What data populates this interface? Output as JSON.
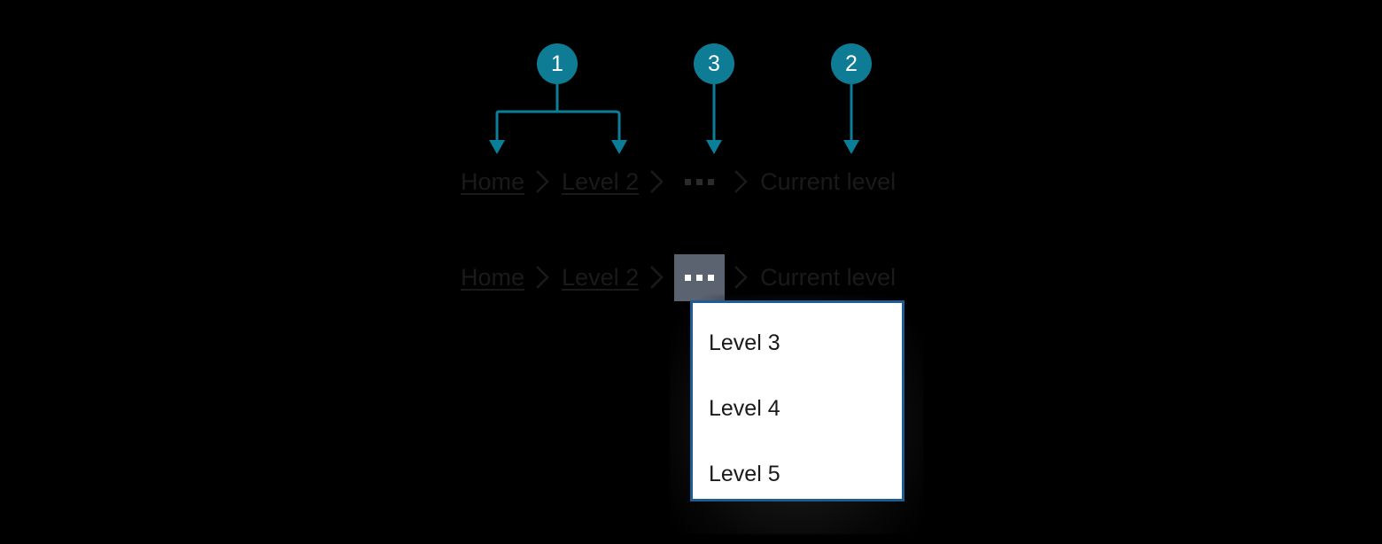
{
  "theme": {
    "background": "#000000",
    "callout_badge": "#0e7c94",
    "callout_line": "#0b7f99",
    "text": "#1a1a1a",
    "overflow_button_active_bg": "#5c6370",
    "overflow_button_active_dot": "#ffffff",
    "flyout_background": "#ffffff",
    "flyout_border": "#1f5c96"
  },
  "callouts": [
    {
      "number": "1",
      "target": "breadcrumb-links"
    },
    {
      "number": "3",
      "target": "overflow-ellipsis"
    },
    {
      "number": "2",
      "target": "current-level"
    }
  ],
  "breadcrumb_default": {
    "items": [
      {
        "label": "Home",
        "type": "link"
      },
      {
        "label": "Level 2",
        "type": "link"
      },
      {
        "label": "…",
        "type": "overflow"
      },
      {
        "label": "Current level",
        "type": "current"
      }
    ],
    "separator": "chevron-right-icon"
  },
  "breadcrumb_expanded": {
    "items": [
      {
        "label": "Home",
        "type": "link"
      },
      {
        "label": "Level 2",
        "type": "link"
      },
      {
        "label": "…",
        "type": "overflow"
      },
      {
        "label": "Current level",
        "type": "current"
      }
    ],
    "separator": "chevron-right-icon"
  },
  "flyout": {
    "visible": true,
    "items": [
      {
        "label": "Level 3"
      },
      {
        "label": "Level 4"
      },
      {
        "label": "Level 5"
      }
    ]
  }
}
